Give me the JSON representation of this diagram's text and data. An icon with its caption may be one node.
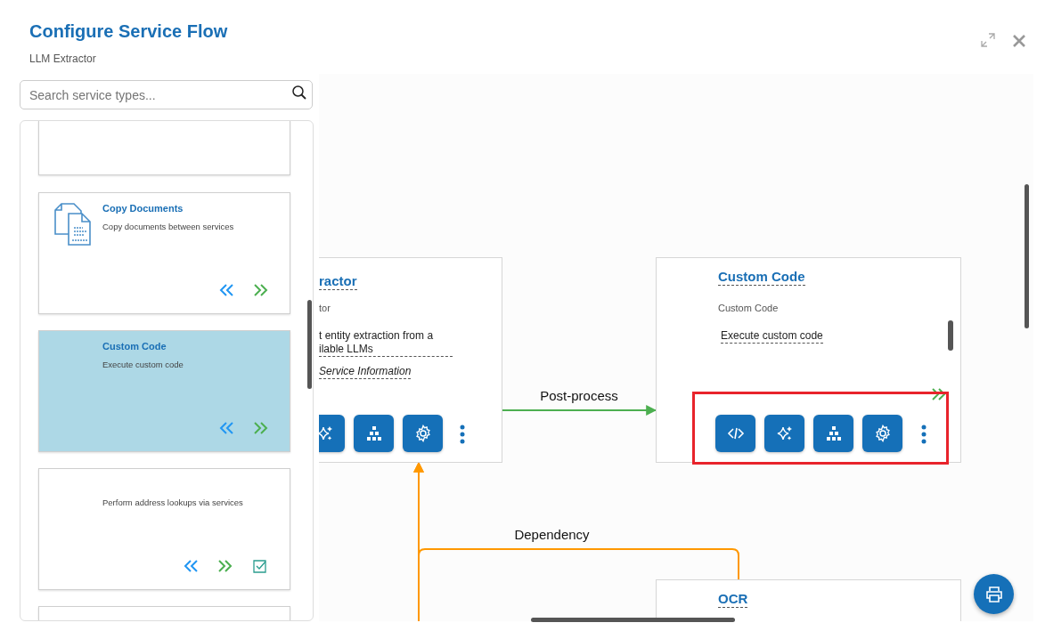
{
  "diagram": {
    "title": "Configure Service Flow",
    "nodes": [
      {
        "text": [],
        "shape": "box"
      },
      {
        "text": [
          "Copy Documents",
          "Copy documents between services"
        ]
      },
      {
        "text": [
          "Custom Code",
          "Execute custom code"
        ]
      },
      {
        "text": [
          "Perform address lookups via services"
        ]
      },
      {
        "text": [],
        "shape": "box"
      },
      {
        "text": [
          "ractor",
          "tor",
          "t entity extraction from a ilable LLMs",
          "Service Information"
        ]
      },
      {
        "text": [
          "Custom Code",
          "Custom Code",
          "Execute custom code"
        ]
      },
      {
        "text": [
          "OCR"
        ]
      }
    ],
    "edges": [
      {
        "from": 5,
        "to": 6,
        "arrow": "to",
        "label": "Post-process",
        "color": "#4caf50"
      },
      {
        "from": 7,
        "to": 5,
        "arrow": "to",
        "label": "Dependency",
        "color": "#ff9800"
      },
      {
        "from": null,
        "to": 5,
        "arrow": "to",
        "color": "#ff9800"
      }
    ],
    "labels": [
      "LLM Extractor",
      "Search service types..."
    ]
  }
}
